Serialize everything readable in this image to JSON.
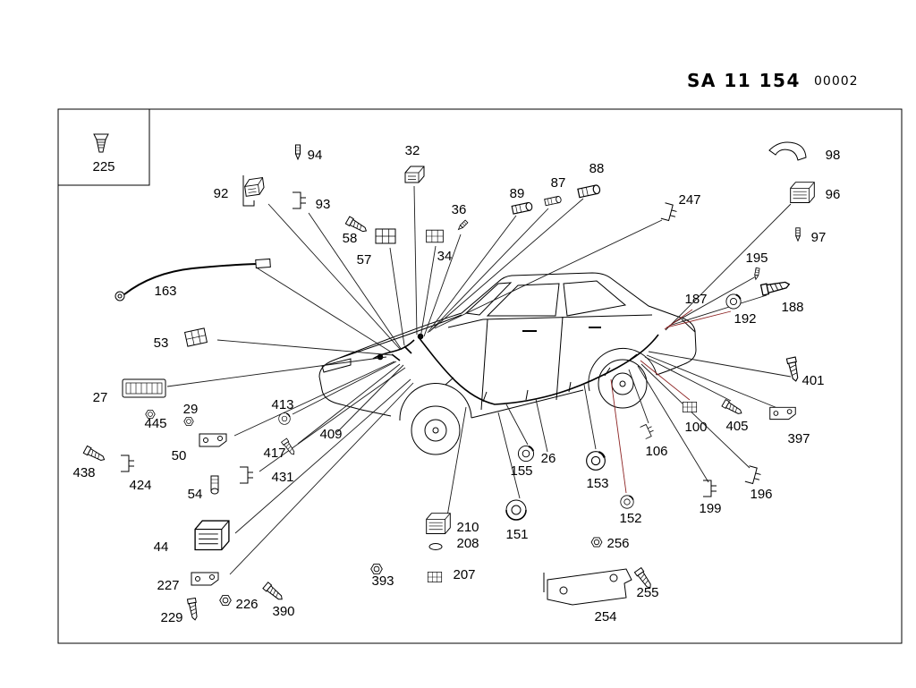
{
  "header": {
    "code": "SA  11 154",
    "number": "00002"
  },
  "parts": {
    "225": "225",
    "94": "94",
    "92": "92",
    "93": "93",
    "32": "32",
    "58": "58",
    "57": "57",
    "36": "36",
    "34": "34",
    "89": "89",
    "87": "87",
    "88": "88",
    "247": "247",
    "98": "98",
    "96": "96",
    "97": "97",
    "195": "195",
    "187": "187",
    "192": "192",
    "188": "188",
    "163": "163",
    "53": "53",
    "27": "27",
    "445": "445",
    "29": "29",
    "50": "50",
    "438": "438",
    "424": "424",
    "54": "54",
    "413": "413",
    "409": "409",
    "417": "417",
    "431": "431",
    "44": "44",
    "227": "227",
    "229": "229",
    "226": "226",
    "390": "390",
    "393": "393",
    "210": "210",
    "208": "208",
    "207": "207",
    "155": "155",
    "26": "26",
    "153": "153",
    "151": "151",
    "152": "152",
    "106": "106",
    "100": "100",
    "405": "405",
    "401": "401",
    "397": "397",
    "196": "196",
    "199": "199",
    "256": "256",
    "255": "255",
    "254": "254"
  },
  "colors": {
    "line": "#1a1a1a",
    "accent_line": "#8c2222",
    "background": "#ffffff"
  }
}
